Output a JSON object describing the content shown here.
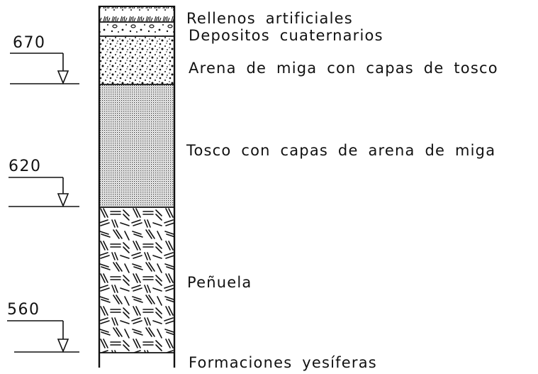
{
  "column": {
    "layers": [
      {
        "id": "rellenos",
        "label": "Rellenos  artificiales",
        "pattern": "grass"
      },
      {
        "id": "depositos",
        "label": "Depositos  cuaternarios",
        "pattern": "pebbles"
      },
      {
        "id": "arena",
        "label": "Arena  de  miga  con  capas  de  tosco",
        "pattern": "dots"
      },
      {
        "id": "tosco",
        "label": "Tosco  con  capas  de  arena  de  miga",
        "pattern": "fine-stipple"
      },
      {
        "id": "penuela",
        "label": "Peñuela",
        "pattern": "dashes"
      },
      {
        "id": "yesiferas",
        "label": "Formaciones  yesíferas",
        "pattern": "none"
      }
    ]
  },
  "elevations": [
    {
      "value": "670"
    },
    {
      "value": "620"
    },
    {
      "value": "560"
    }
  ],
  "colors": {
    "ink": "#111111",
    "background": "#ffffff"
  }
}
